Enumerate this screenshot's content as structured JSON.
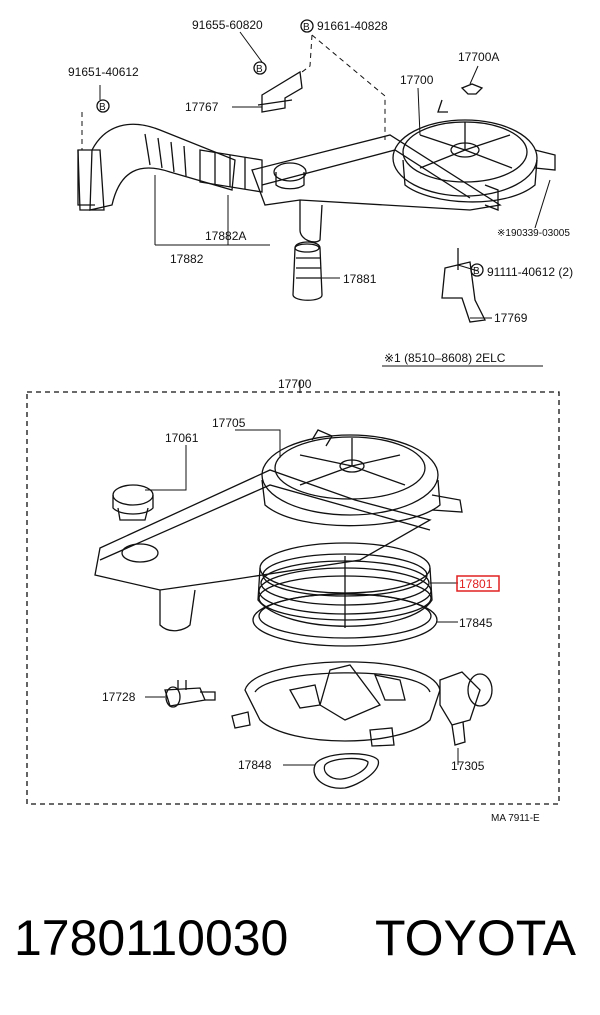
{
  "labels": {
    "p91655": "91655-60820",
    "p91661": "91661-40828",
    "p17700A": "17700A",
    "p91651": "91651-40612",
    "p17767": "17767",
    "p17700_top": "17700",
    "p190339": "※190339-03005",
    "p17882A": "17882A",
    "p17882": "17882",
    "p17881": "17881",
    "p91111": "91111-40612 (2)",
    "p17769": "17769",
    "note": "※1  (8510–8608) 2ELC",
    "p17700_box": "17700",
    "p17705": "17705",
    "p17061": "17061",
    "p17801": "17801",
    "p17845": "17845",
    "p17728": "17728",
    "p17848": "17848",
    "p17305": "17305",
    "ref": "MA 7911-E",
    "bolt": "B"
  },
  "footer": {
    "part_number": "1780110030",
    "brand": "TOYOTA"
  },
  "colors": {
    "line": "#111111",
    "highlight": "#e02020"
  }
}
